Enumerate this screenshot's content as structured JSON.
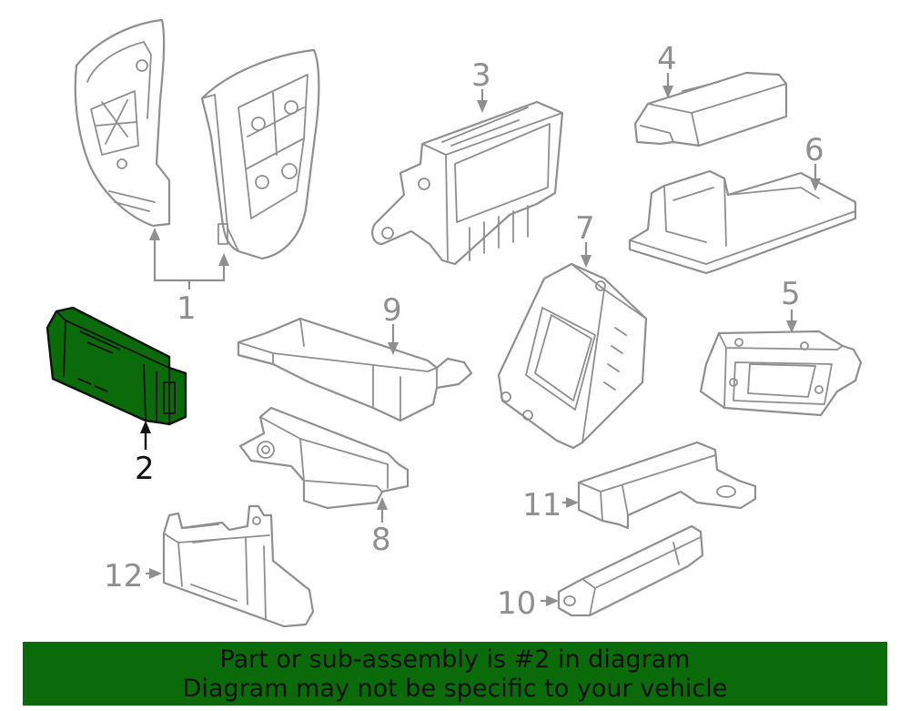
{
  "diagram": {
    "highlight_color": "#0b6b0b",
    "part_line_color": "#8f8f8f",
    "highlight_part": "2",
    "callouts": [
      "1",
      "2",
      "3",
      "4",
      "5",
      "6",
      "7",
      "8",
      "9",
      "10",
      "11",
      "12"
    ]
  },
  "banner": {
    "line1": "Part or sub-assembly is #2 in diagram",
    "line2": "Diagram may not be specific to your vehicle"
  }
}
